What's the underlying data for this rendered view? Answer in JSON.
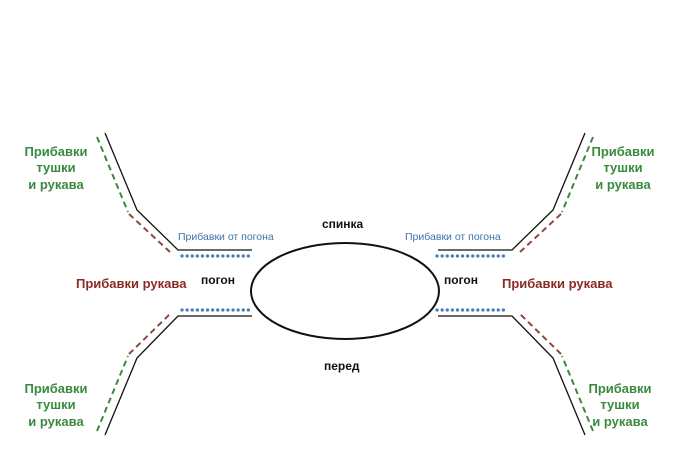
{
  "labels": {
    "back": "спинка",
    "front": "перед",
    "strap_left": "погон",
    "strap_right": "погон",
    "strap_additions_left": "Прибавки от погона",
    "strap_additions_right": "Прибавки от погона",
    "sleeve_additions_left": "Прибавки рукава",
    "sleeve_additions_right": "Прибавки рукава",
    "body_sleeve_top_left": [
      "Прибавки",
      "тушки",
      "и рукава"
    ],
    "body_sleeve_top_right": [
      "Прибавки",
      "тушки",
      "и рукава"
    ],
    "body_sleeve_bottom_left": [
      "Прибавки",
      "тушки",
      "и рукава"
    ],
    "body_sleeve_bottom_right": [
      "Прибавки",
      "тушки",
      "и рукава"
    ]
  },
  "colors": {
    "outline": "#111111",
    "green_dash": "#3a8a3e",
    "brown_dash": "#8b4a3a",
    "blue_dots": "#4a7db5",
    "green_text": "#3a8a3e",
    "red_text": "#8b2a23",
    "blue_text": "#3f73a8"
  }
}
